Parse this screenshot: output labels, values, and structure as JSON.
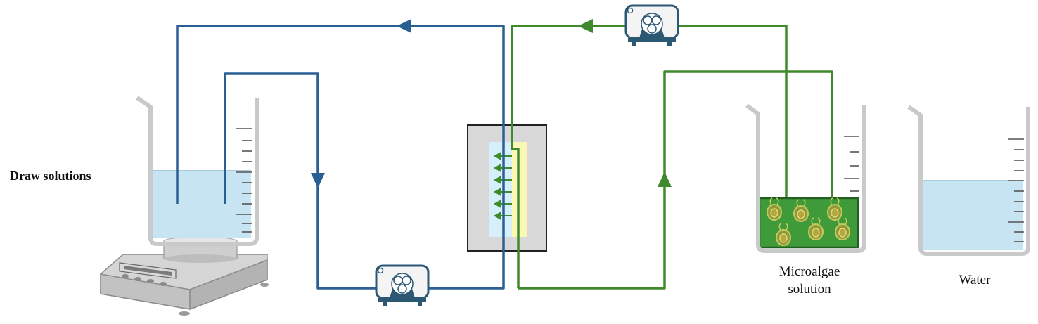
{
  "labels": {
    "draw_solutions": "Draw solutions",
    "microalgae_line1": "Microalgae",
    "microalgae_line2": "solution",
    "water": "Water"
  },
  "colors": {
    "draw_loop": "#2a5f94",
    "feed_loop": "#3e8a2c",
    "draw_liquid": "#c7e4f3",
    "microalgae_liquid": "#3f9b3a",
    "membrane_cell": "#d8d8d8",
    "membrane_draw_side": "#d6effb",
    "membrane_feed_side": "#fbf7b4",
    "pump_body": "#2c5874"
  },
  "icons": [
    "peristaltic-pump-icon",
    "beaker-icon",
    "analytical-balance-icon",
    "microalgae-cell-icon",
    "flow-arrow-icon"
  ]
}
